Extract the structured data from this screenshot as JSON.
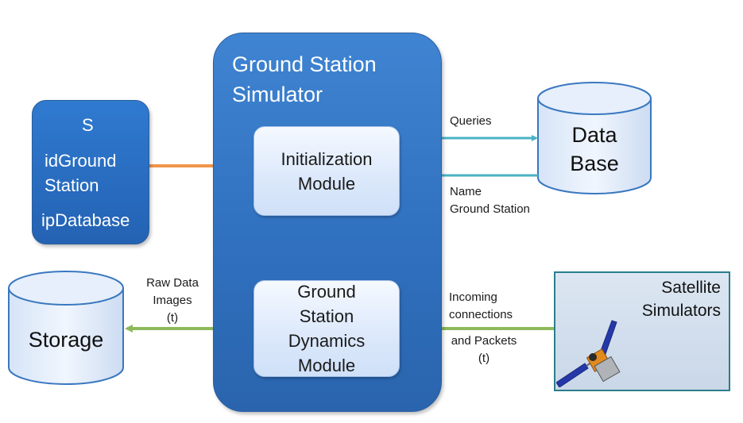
{
  "simulator": {
    "title": "Ground Station\nSimulator"
  },
  "init_module": {
    "label": "Initialization\nModule"
  },
  "dynamics_module": {
    "label": "Ground\nStation\nDynamics\nModule"
  },
  "params": {
    "line1": "S",
    "line2": "idGround\nStation",
    "line3": "ipDatabase"
  },
  "database": {
    "label": "Data\nBase"
  },
  "storage": {
    "label": "Storage"
  },
  "satellite": {
    "label": "Satellite\nSimulators"
  },
  "arrows": {
    "queries": "Queries",
    "name_gs": "Name\nGround Station",
    "raw_data": "Raw Data\nImages\n(t)",
    "incoming": "Incoming\nconnections",
    "packets": "and Packets\n(t)"
  },
  "colors": {
    "orange_arrow": "#f0954a",
    "teal_arrow": "#4ab2c4",
    "green_arrow": "#8db95a",
    "down_arrow": "#a9c7ee"
  }
}
